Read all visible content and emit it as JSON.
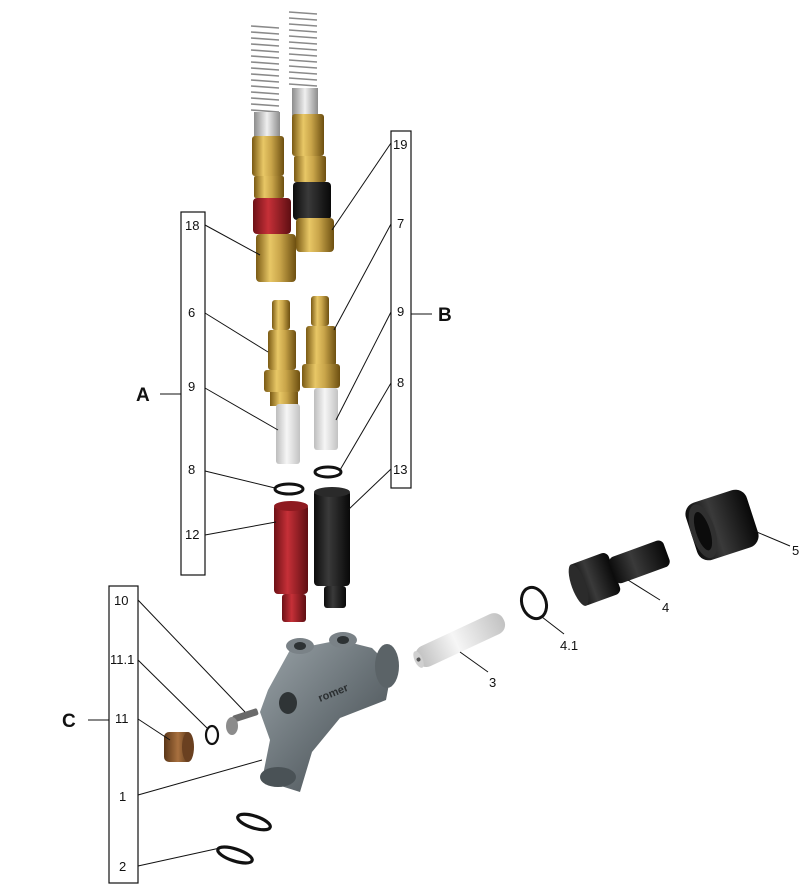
{
  "groups": {
    "A": {
      "letter": "A",
      "callouts": [
        "18",
        "6",
        "9",
        "8",
        "12"
      ]
    },
    "B": {
      "letter": "B",
      "callouts": [
        "19",
        "7",
        "9",
        "8",
        "13"
      ]
    },
    "C": {
      "letter": "C",
      "callouts": [
        "10",
        "11.1",
        "11",
        "1",
        "2"
      ]
    }
  },
  "free_callouts": [
    "3",
    "4.1",
    "4",
    "5"
  ],
  "brand_mark": "romer",
  "colors": {
    "brass": "#c9a54a",
    "brass_dark": "#8a6a1e",
    "red": "#b7222a",
    "black": "#1f1f1f",
    "white_tube": "#e6e6e6",
    "gray_body": "#6d767c",
    "bronze_nut": "#8a5a33"
  }
}
